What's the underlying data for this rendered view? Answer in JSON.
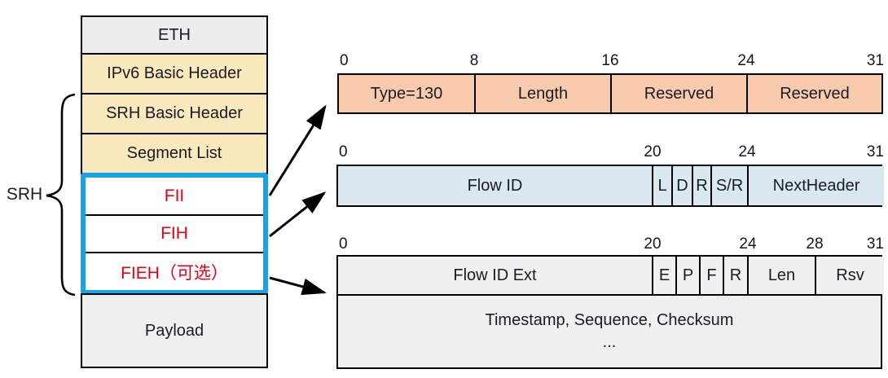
{
  "stack": {
    "brace_label": "SRH",
    "layers": [
      {
        "label": "ETH"
      },
      {
        "label": "IPv6 Basic Header"
      },
      {
        "label": "SRH Basic Header"
      },
      {
        "label": "Segment List"
      }
    ],
    "highlight_layers": [
      {
        "label": "FII"
      },
      {
        "label": "FIH"
      },
      {
        "label": "FIEH（可选）"
      }
    ],
    "payload_label": "Payload"
  },
  "diagrams": [
    {
      "name": "fii-format",
      "bit_labels": [
        "0",
        "8",
        "16",
        "24",
        "31"
      ],
      "fields": [
        {
          "label": "Type=130"
        },
        {
          "label": "Length"
        },
        {
          "label": "Reserved"
        },
        {
          "label": "Reserved"
        }
      ]
    },
    {
      "name": "fih-format",
      "bit_labels": [
        "0",
        "20",
        "24",
        "31"
      ],
      "fields": [
        {
          "label": "Flow ID"
        },
        {
          "label": "L"
        },
        {
          "label": "D"
        },
        {
          "label": "R"
        },
        {
          "label": "S/R"
        },
        {
          "label": "NextHeader"
        }
      ]
    },
    {
      "name": "fieh-format",
      "bit_labels": [
        "0",
        "20",
        "24",
        "28",
        "31"
      ],
      "fields": [
        {
          "label": "Flow ID Ext"
        },
        {
          "label": "E"
        },
        {
          "label": "P"
        },
        {
          "label": "F"
        },
        {
          "label": "R"
        },
        {
          "label": "Len"
        },
        {
          "label": "Rsv"
        }
      ],
      "body_line1": "Timestamp, Sequence, Checksum",
      "body_line2": "..."
    }
  ],
  "colors": {
    "orange_field": "#f8cbad",
    "blue_field": "#d9e9ef",
    "gray_field": "#f0f0f0",
    "yellow_layer": "#fae9bd",
    "eth_layer": "#ededed",
    "highlight_border": "#19a2e5",
    "highlight_text": "#e00013"
  }
}
